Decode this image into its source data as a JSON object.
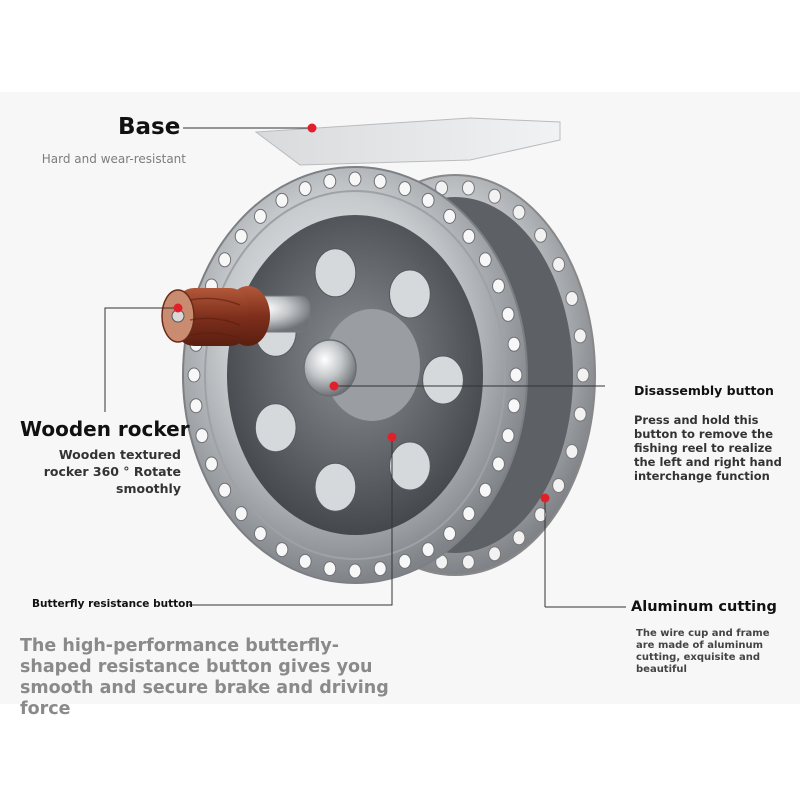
{
  "callouts": {
    "base": {
      "title": "Base",
      "subtitle": "Hard and wear-resistant"
    },
    "wooden_rocker": {
      "title": "Wooden rocker",
      "description": "Wooden textured rocker 360 ° Rotate smoothly"
    },
    "disassembly_button": {
      "title": "Disassembly button",
      "description": "Press and hold this button to remove the fishing reel to realize the left and right hand interchange function"
    },
    "butterfly_button": {
      "title": "Butterfly resistance button",
      "description": "The high-performance butterfly-shaped resistance button gives you smooth and secure brake and driving force"
    },
    "aluminum_cutting": {
      "title": "Aluminum cutting",
      "description": "The wire cup and frame are made of aluminum cutting, exquisite and beautiful"
    }
  },
  "colors": {
    "accent_dot": "#e0202a",
    "leader_line": "#333333",
    "metal": "#c9ccd0",
    "wood": "#8a3a22"
  }
}
